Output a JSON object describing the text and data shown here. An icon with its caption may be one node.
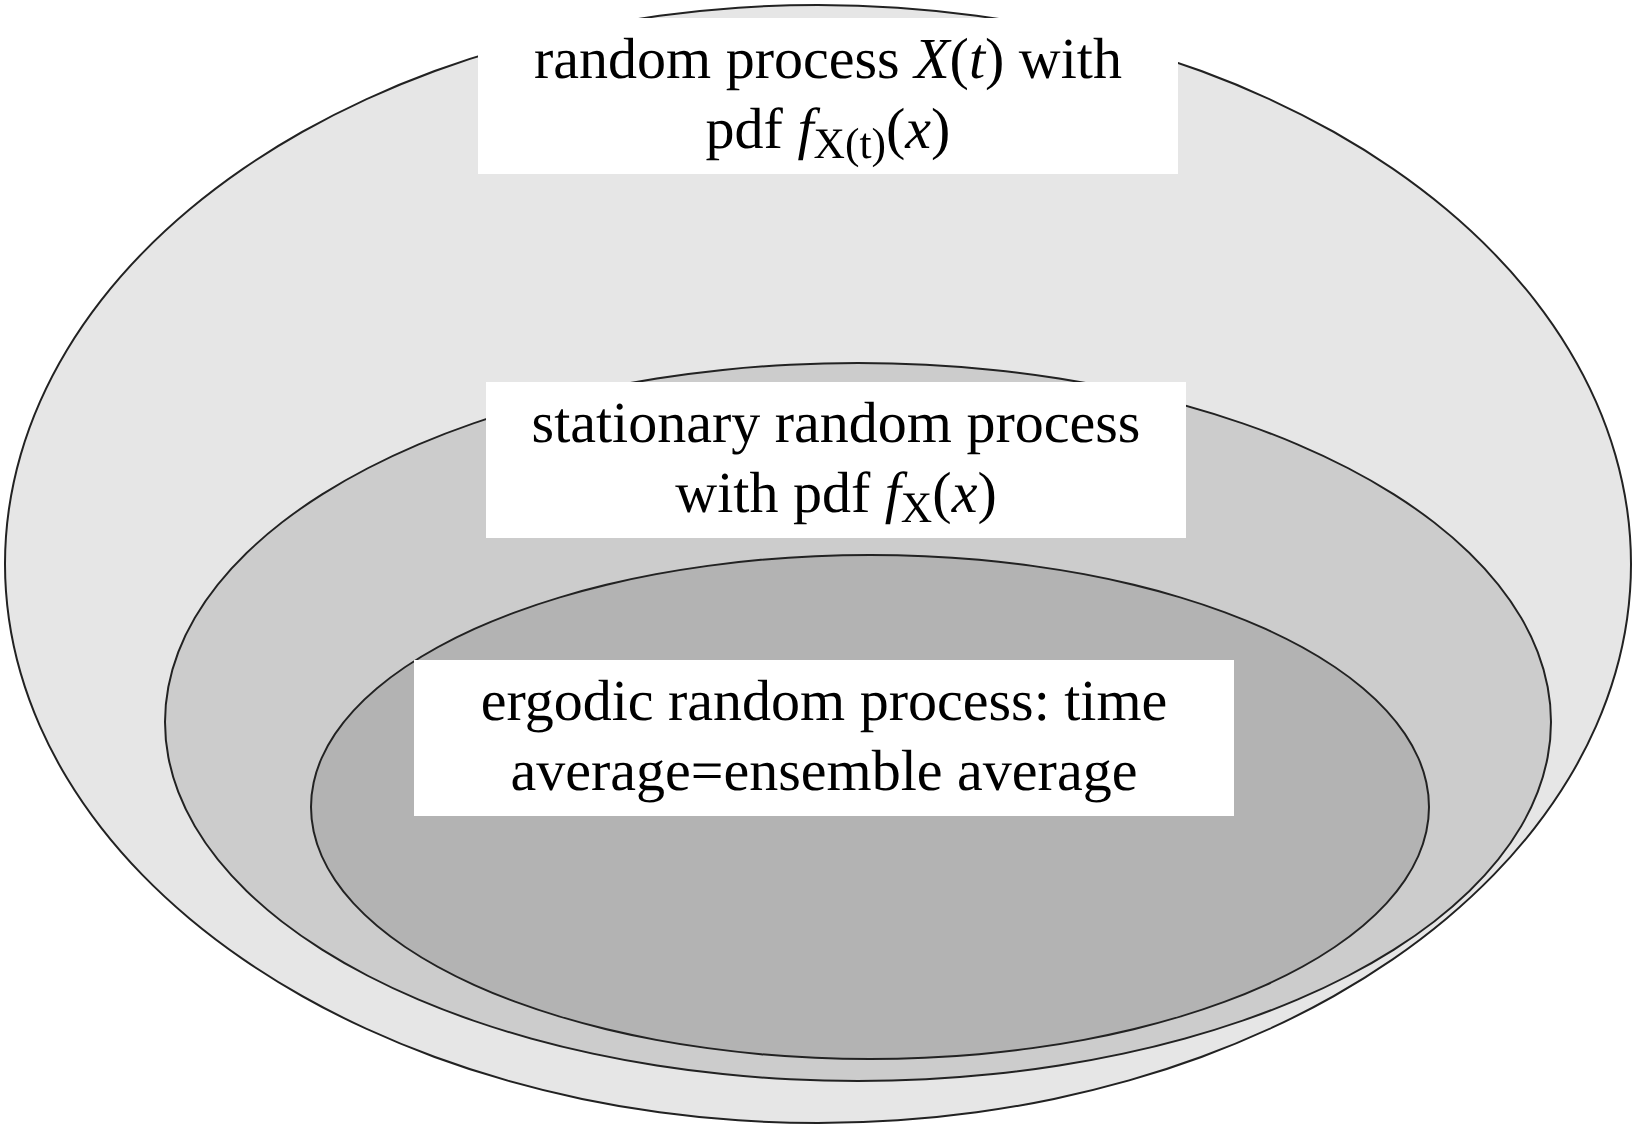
{
  "diagram": {
    "nodes": [
      {
        "text": [
          "random process *X*(*t*) with pdf *f*$_{X(t)}$(*x*)"
        ]
      },
      {
        "text": [
          "stationary random process with pdf *f*$_{X}$(*x*)"
        ],
        "in": 0
      },
      {
        "text": [
          "ergodic random process: time average=ensemble average"
        ],
        "in": 1
      }
    ]
  }
}
